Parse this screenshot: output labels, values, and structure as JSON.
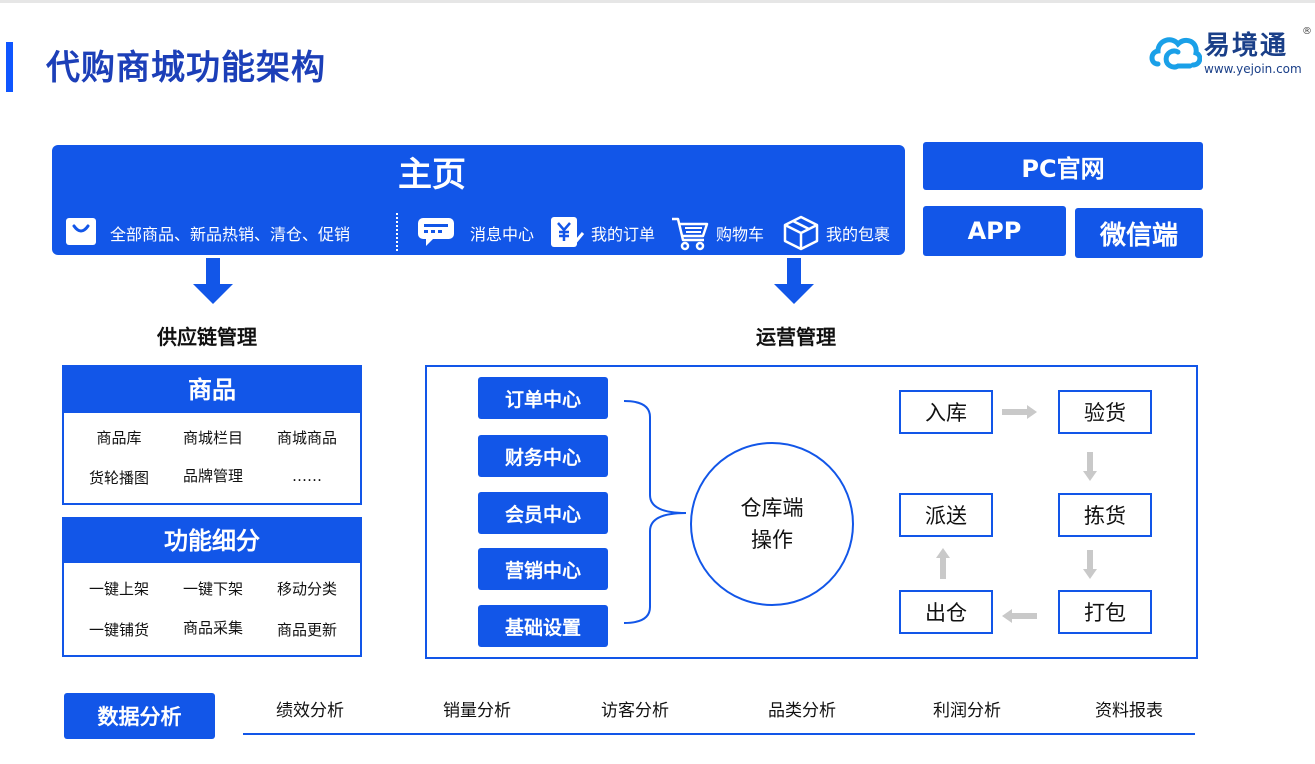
{
  "page": {
    "title": "代购商城功能架构"
  },
  "logo": {
    "name": "易境通",
    "reg": "®",
    "url": "www.yejoin.com"
  },
  "home": {
    "title": "主页",
    "items": [
      {
        "icon": "shopping-bag-icon",
        "label": "全部商品、新品热销、清仓、促销"
      },
      {
        "icon": "message-icon",
        "label": "消息中心"
      },
      {
        "icon": "order-icon",
        "label": "我的订单"
      },
      {
        "icon": "cart-icon",
        "label": "购物车"
      },
      {
        "icon": "package-icon",
        "label": "我的包裹"
      }
    ]
  },
  "platforms": {
    "pc": "PC官网",
    "app": "APP",
    "wechat": "微信端"
  },
  "supply_chain": {
    "label": "供应链管理",
    "goods": {
      "title": "商品",
      "cells": [
        "商品库",
        "商城栏目",
        "商城商品",
        "货轮播图",
        "品牌管理",
        "……"
      ]
    },
    "functions": {
      "title": "功能细分",
      "cells": [
        "一键上架",
        "一键下架",
        "移动分类",
        "一键铺货",
        "商品采集",
        "商品更新"
      ]
    }
  },
  "operations": {
    "label": "运营管理",
    "centers": [
      "订单中心",
      "财务中心",
      "会员中心",
      "营销中心",
      "基础设置"
    ],
    "warehouse": {
      "line1": "仓库端",
      "line2": "操作"
    },
    "steps": {
      "inbound": "入库",
      "inspect": "验货",
      "pick": "拣货",
      "pack": "打包",
      "outbound": "出仓",
      "deliver": "派送"
    }
  },
  "data_analysis": {
    "title": "数据分析",
    "items": [
      "绩效分析",
      "销量分析",
      "访客分析",
      "品类分析",
      "利润分析",
      "资料报表"
    ]
  },
  "colors": {
    "primary": "#1256E8",
    "title": "#1C3FB8",
    "gray_arrow": "#C9C9C9"
  }
}
